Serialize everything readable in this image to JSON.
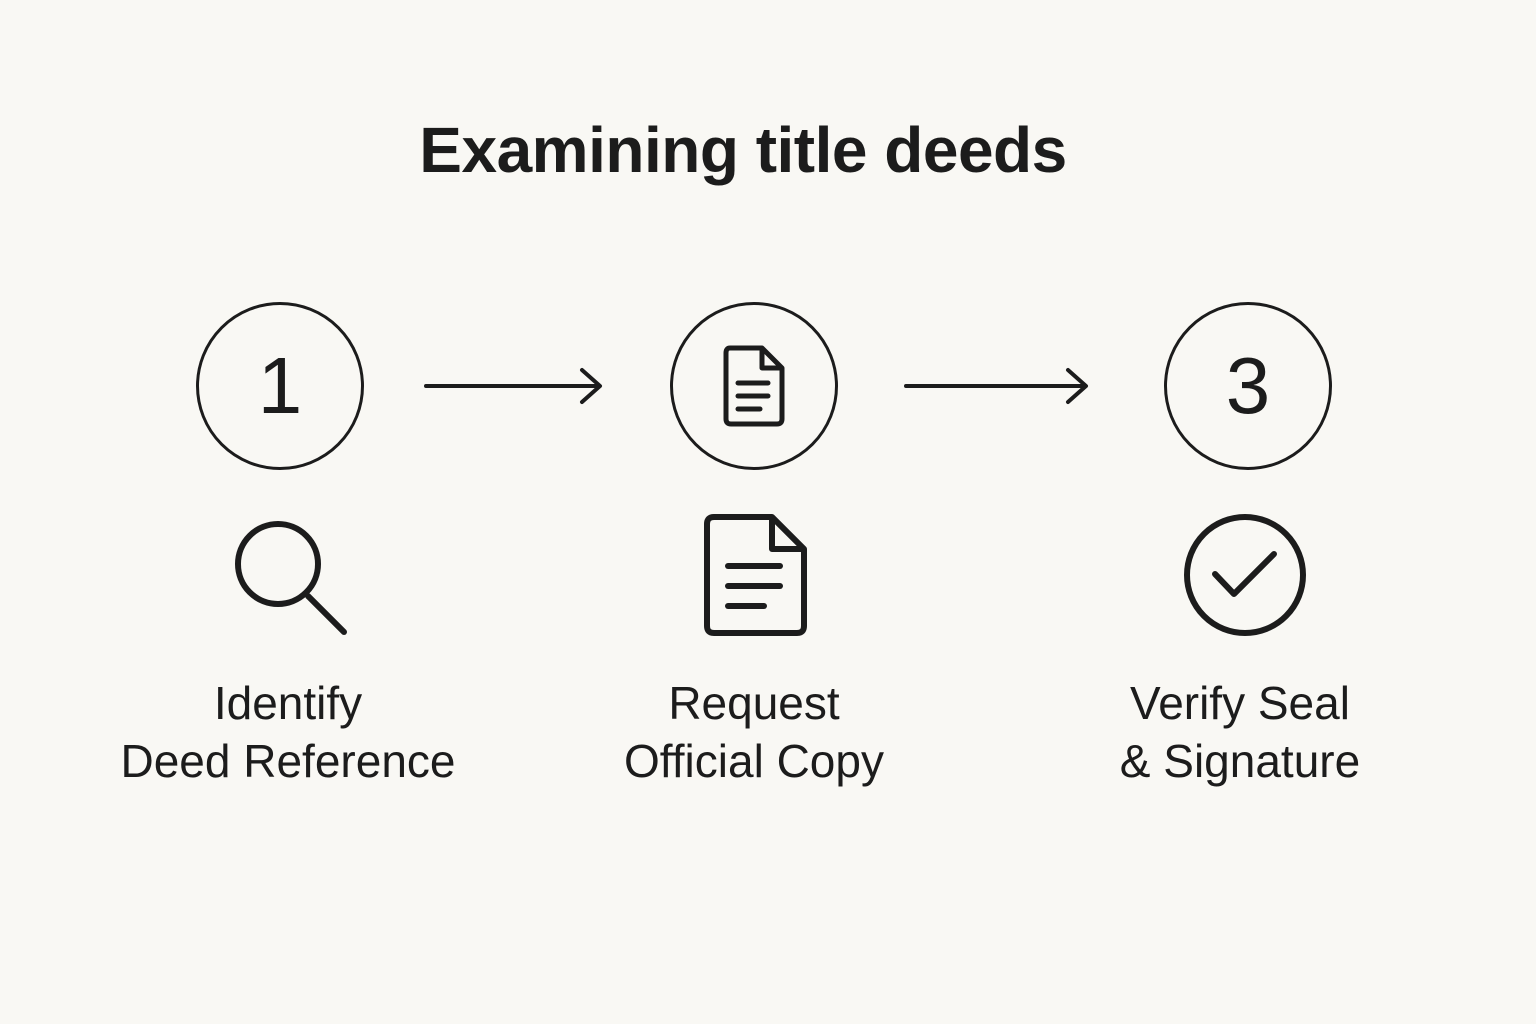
{
  "title": "Examining title deeds",
  "steps": [
    {
      "marker": "1",
      "marker_icon": "",
      "icon": "magnifier-icon",
      "label_line1": "Identify",
      "label_line2": "Deed Reference"
    },
    {
      "marker": "",
      "marker_icon": "document-icon",
      "icon": "document-icon",
      "label_line1": "Request",
      "label_line2": "Official Copy"
    },
    {
      "marker": "3",
      "marker_icon": "",
      "icon": "check-circle-icon",
      "label_line1": "Verify Seal",
      "label_line2": "& Signature"
    }
  ],
  "colors": {
    "background": "#f9f8f4",
    "ink": "#1c1c1c"
  }
}
